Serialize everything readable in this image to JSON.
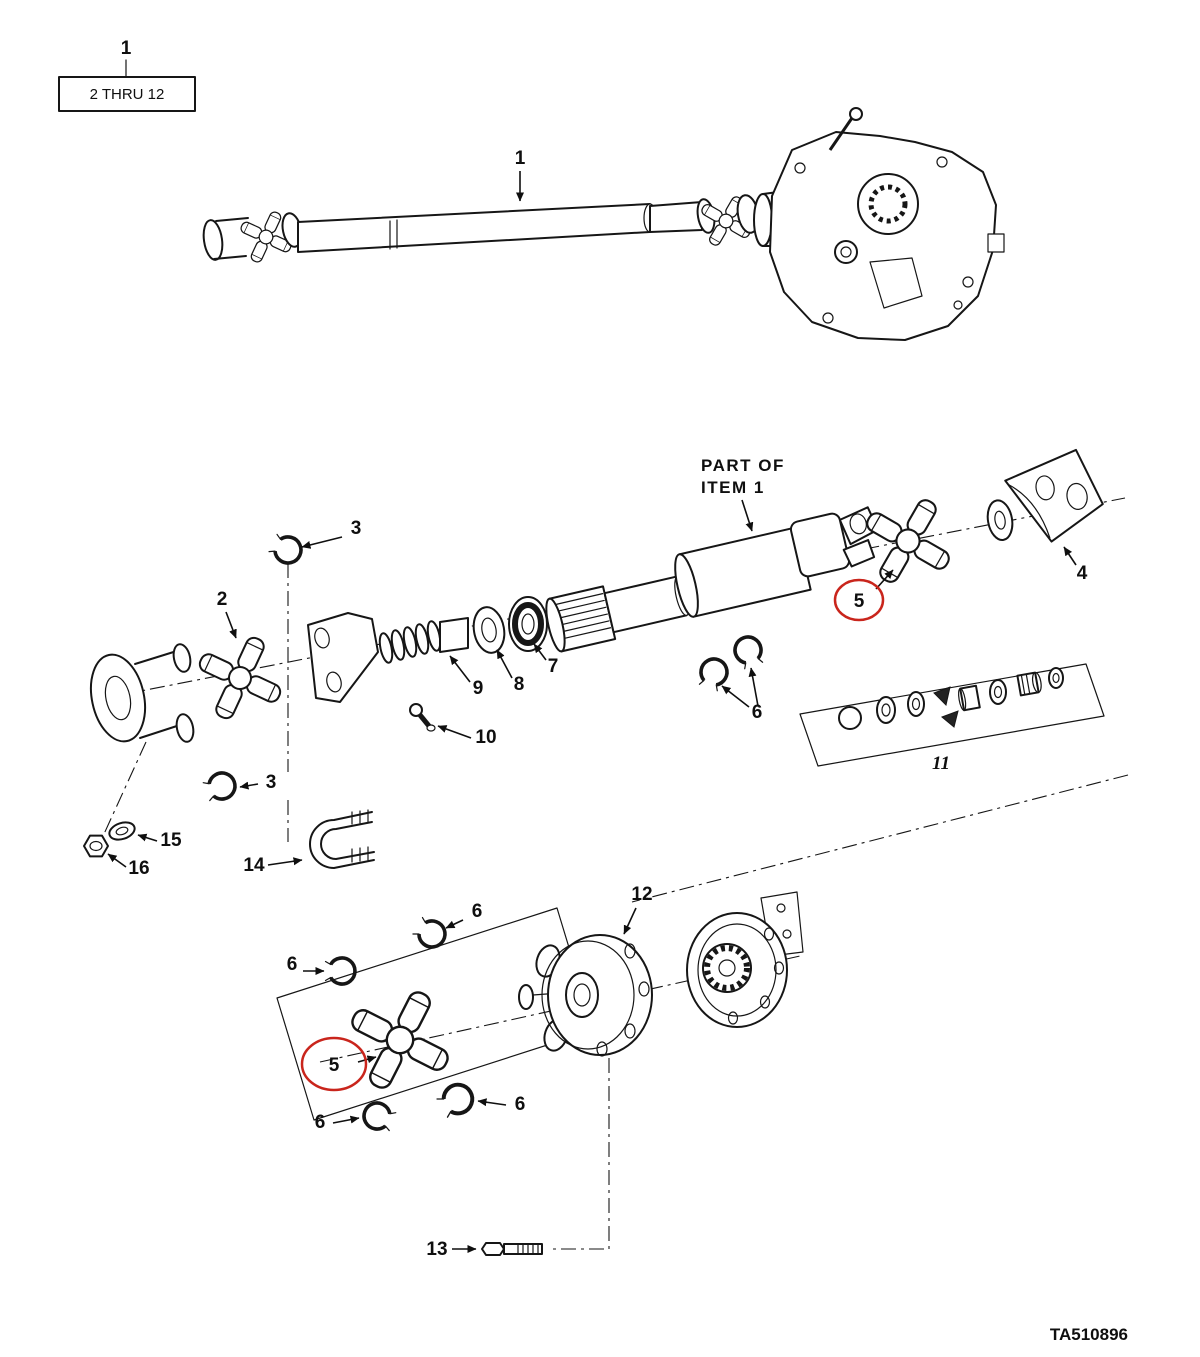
{
  "figure": {
    "drawing_number": "TA510896",
    "highlight_color": "#c9251c",
    "top_reference": {
      "label": "1",
      "range": "2 THRU 12"
    },
    "note": {
      "line1": "PART OF",
      "line2": "ITEM 1"
    }
  },
  "callouts": {
    "item1": "1",
    "item2": "2",
    "item3_upper": "3",
    "item3_lower": "3",
    "item4": "4",
    "item5_upper": "5",
    "item5_lower": "5",
    "item6_mid": "6",
    "item6_top": "6",
    "item6_left": "6",
    "item6_bottom_left": "6",
    "item6_bottom_right": "6",
    "item7": "7",
    "item8": "8",
    "item9": "9",
    "item10": "10",
    "item11": "11",
    "item12": "12",
    "item13": "13",
    "item14": "14",
    "item15": "15",
    "item16": "16"
  }
}
